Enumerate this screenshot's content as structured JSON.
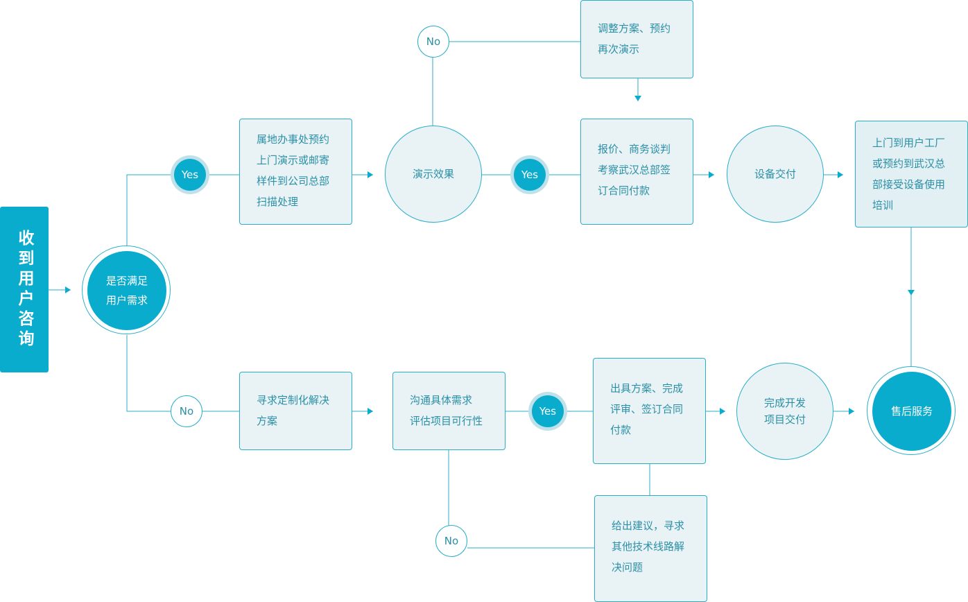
{
  "start": {
    "label": "收到用户咨询"
  },
  "decision": {
    "lines": [
      "是否满足",
      "用户需求"
    ]
  },
  "top_path": {
    "yes_badge": "Yes",
    "box1": {
      "lines": [
        "属地办事处预约",
        "上门演示或邮寄",
        "样件到公司总部",
        "扫描处理"
      ]
    },
    "demo_circle": {
      "lines": [
        "演示效果"
      ]
    },
    "demo_no_badge": "No",
    "adjust_box": {
      "lines": [
        "调整方案、预约",
        "再次演示"
      ]
    },
    "demo_yes_badge": "Yes",
    "quote_box": {
      "lines": [
        "报价、商务谈判",
        "考察武汉总部签",
        "订合同付款"
      ]
    },
    "delivery_circle": {
      "lines": [
        "设备交付"
      ]
    },
    "training_box": {
      "lines": [
        "上门到用户工厂",
        "或预约到武汉总",
        "部接受设备使用",
        "培训"
      ]
    }
  },
  "bottom_path": {
    "no_badge": "No",
    "custom_box": {
      "lines": [
        "寻求定制化解决",
        "方案"
      ]
    },
    "assess_box": {
      "lines": [
        "沟通具体需求",
        "评估项目可行性"
      ]
    },
    "assess_yes_badge": "Yes",
    "assess_no_badge": "No",
    "plan_box": {
      "lines": [
        "出具方案、完成",
        "评审、签订合同",
        "付款"
      ]
    },
    "advice_box": {
      "lines": [
        "给出建议，寻求",
        "其他技术线路解",
        "决问题"
      ]
    },
    "dev_circle": {
      "lines": [
        "完成开发",
        "项目交付"
      ]
    }
  },
  "end": {
    "lines": [
      "售后服务"
    ]
  },
  "colors": {
    "accent": "#0aaccd",
    "line": "#2aaec8",
    "box_fill": "#e9f3f6",
    "text": "#2b8fa6"
  }
}
